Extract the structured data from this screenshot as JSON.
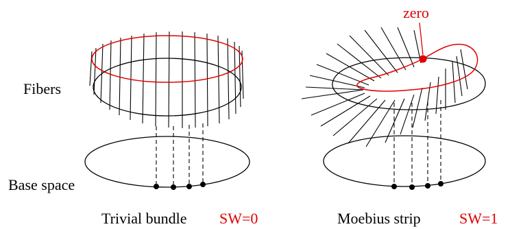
{
  "labels": {
    "fibers": "Fibers",
    "base_space": "Base space",
    "zero": "zero",
    "left_caption": "Trivial bundle",
    "left_sw": "SW=0",
    "right_caption": "Moebius strip",
    "right_sw": "SW=1"
  },
  "colors": {
    "ink": "#000000",
    "accent": "#e00000"
  }
}
